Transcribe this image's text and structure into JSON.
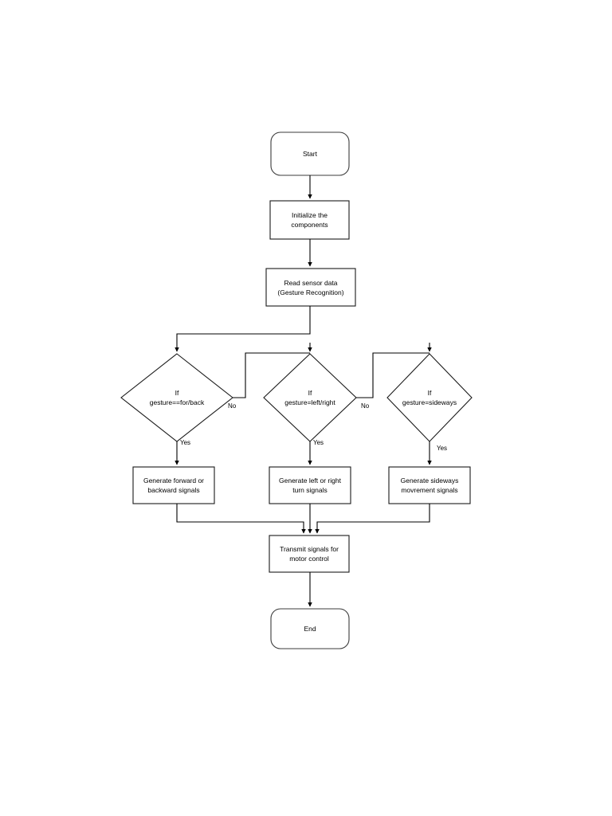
{
  "diagram": {
    "type": "flowchart",
    "background_color": "#ffffff",
    "stroke_color": "#000000",
    "fill_color": "#ffffff",
    "nodes": [
      {
        "id": "start",
        "shape": "terminator",
        "label": "Start"
      },
      {
        "id": "init",
        "shape": "process",
        "label": "Initialize the\ncomponents"
      },
      {
        "id": "read",
        "shape": "process",
        "label": "Read sensor data\n(Gesture Recognition)"
      },
      {
        "id": "dec1",
        "shape": "decision",
        "label": "If\ngesture==for/back"
      },
      {
        "id": "dec2",
        "shape": "decision",
        "label": "If\ngesture=left/right"
      },
      {
        "id": "dec3",
        "shape": "decision",
        "label": "If\ngesture=sideways"
      },
      {
        "id": "act1",
        "shape": "process",
        "label": "Generate forward or\nbackward signals"
      },
      {
        "id": "act2",
        "shape": "process",
        "label": "Generate left or right\nturn signals"
      },
      {
        "id": "act3",
        "shape": "process",
        "label": "Generate sideways\nmovrement signals"
      },
      {
        "id": "transmit",
        "shape": "process",
        "label": "Transmit signals for\nmotor control"
      },
      {
        "id": "end",
        "shape": "terminator",
        "label": "End"
      }
    ],
    "edge_labels": {
      "dec1_no": "No",
      "dec1_yes": "Yes",
      "dec2_no": "No",
      "dec2_yes": "Yes",
      "dec3_yes": "Yes"
    }
  }
}
